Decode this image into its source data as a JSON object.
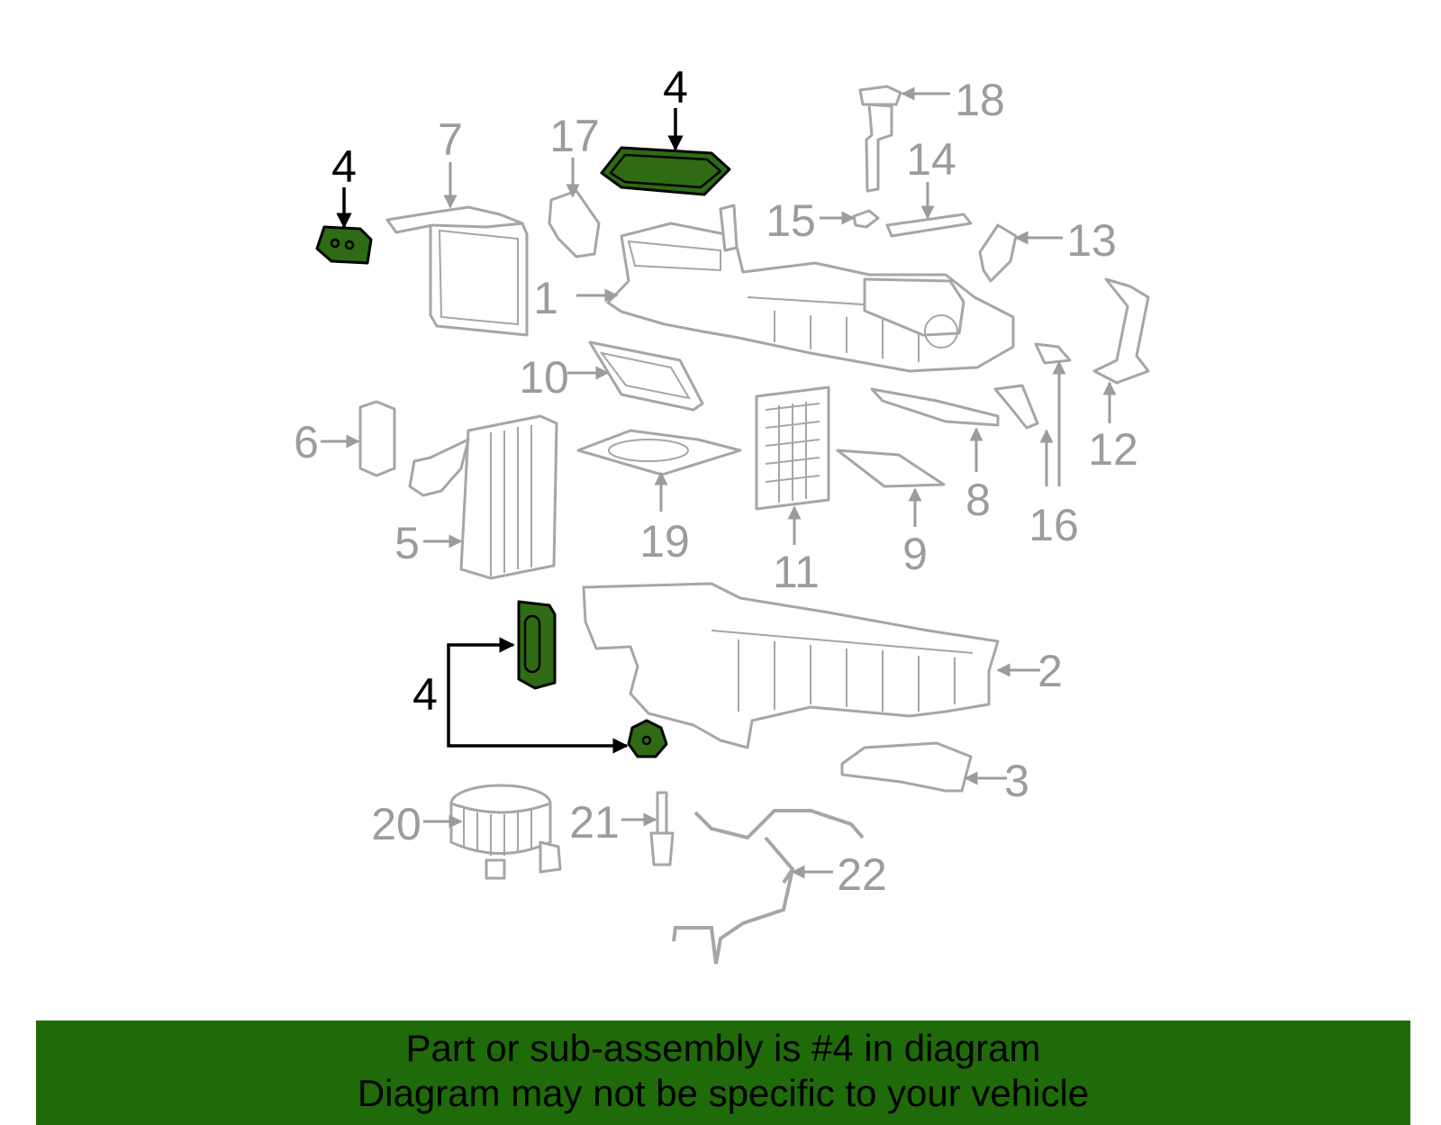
{
  "diagram": {
    "callouts": [
      {
        "id": "c1",
        "label": "1"
      },
      {
        "id": "c2",
        "label": "2"
      },
      {
        "id": "c3",
        "label": "3"
      },
      {
        "id": "c4a",
        "label": "4"
      },
      {
        "id": "c4b",
        "label": "4"
      },
      {
        "id": "c4c",
        "label": "4"
      },
      {
        "id": "c5",
        "label": "5"
      },
      {
        "id": "c6",
        "label": "6"
      },
      {
        "id": "c7",
        "label": "7"
      },
      {
        "id": "c8",
        "label": "8"
      },
      {
        "id": "c9",
        "label": "9"
      },
      {
        "id": "c10",
        "label": "10"
      },
      {
        "id": "c11",
        "label": "11"
      },
      {
        "id": "c12",
        "label": "12"
      },
      {
        "id": "c13",
        "label": "13"
      },
      {
        "id": "c14",
        "label": "14"
      },
      {
        "id": "c15",
        "label": "15"
      },
      {
        "id": "c16",
        "label": "16"
      },
      {
        "id": "c17",
        "label": "17"
      },
      {
        "id": "c18",
        "label": "18"
      },
      {
        "id": "c19",
        "label": "19"
      },
      {
        "id": "c20",
        "label": "20"
      },
      {
        "id": "c21",
        "label": "21"
      },
      {
        "id": "c22",
        "label": "22"
      }
    ],
    "highlight_color": "#2e6b14",
    "part_color": "#a6a6a6"
  },
  "banner": {
    "line1": "Part or sub-assembly is #4 in diagram",
    "line2": "Diagram may not be specific to your vehicle",
    "background": "#1f6b09"
  }
}
